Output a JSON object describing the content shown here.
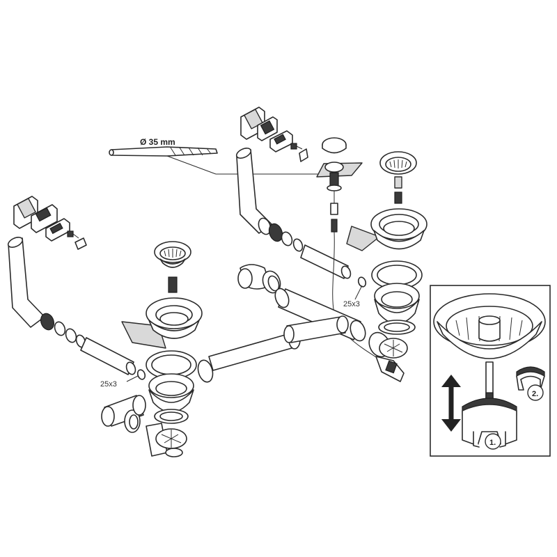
{
  "labels": {
    "drill_size": "Ø 35 mm",
    "washer_left": "25x3",
    "washer_right": "25x3",
    "step_one": "1.",
    "step_two": "2."
  }
}
